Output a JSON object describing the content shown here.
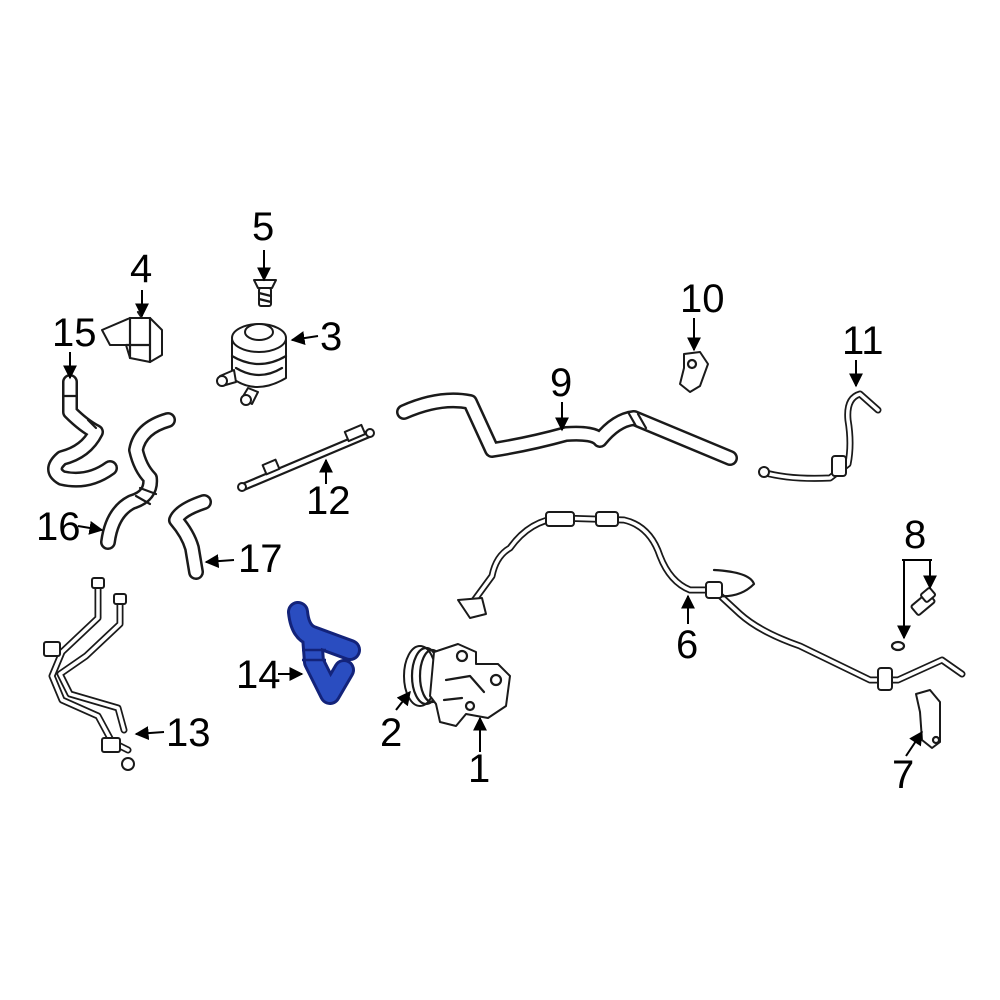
{
  "colors": {
    "line": "#1a1a1a",
    "highlight": "#2a4dc0",
    "highlight_dark": "#13237a",
    "background": "#ffffff"
  },
  "callouts": [
    1,
    2,
    3,
    4,
    5,
    6,
    7,
    8,
    9,
    10,
    11,
    12,
    13,
    14,
    15,
    16,
    17
  ],
  "highlighted_callout": 14
}
